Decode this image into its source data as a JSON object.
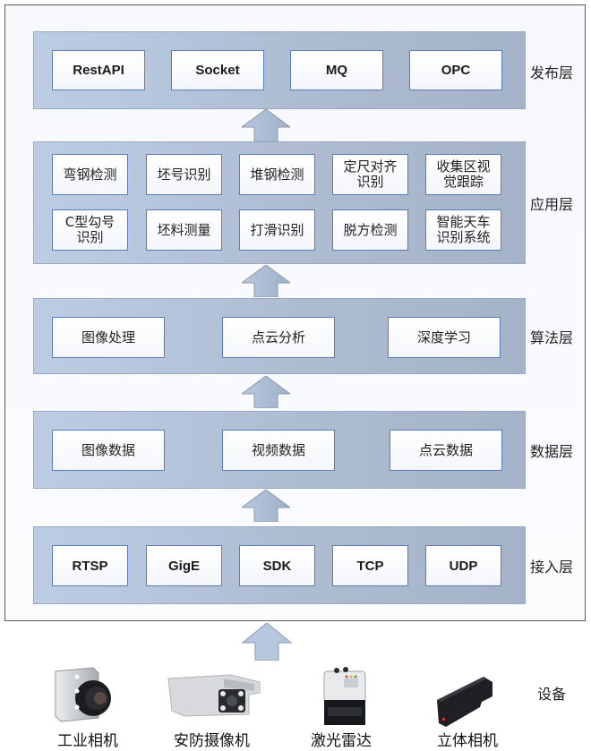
{
  "diagram": {
    "layers": [
      {
        "id": "publish",
        "label": "发布层",
        "items": [
          "RestAPI",
          "Socket",
          "MQ",
          "OPC"
        ]
      },
      {
        "id": "application",
        "label": "应用层",
        "items": [
          "弯钢检测",
          "坯号识别",
          "堆钢检测",
          "定尺对齐\n识别",
          "收集区视\n觉跟踪",
          "C型勾号\n识别",
          "坯料测量",
          "打滑识别",
          "脱方检测",
          "智能天车\n识别系统"
        ]
      },
      {
        "id": "algorithm",
        "label": "算法层",
        "items": [
          "图像处理",
          "点云分析",
          "深度学习"
        ]
      },
      {
        "id": "data",
        "label": "数据层",
        "items": [
          "图像数据",
          "视频数据",
          "点云数据"
        ]
      },
      {
        "id": "access",
        "label": "接入层",
        "items": [
          "RTSP",
          "GigE",
          "SDK",
          "TCP",
          "UDP"
        ]
      }
    ],
    "devices": {
      "label": "设备",
      "items": [
        {
          "name": "工业相机",
          "icon": "industrial-camera-icon"
        },
        {
          "name": "安防摄像机",
          "icon": "security-camera-icon"
        },
        {
          "name": "激光雷达",
          "icon": "lidar-icon"
        },
        {
          "name": "立体相机",
          "icon": "stereo-camera-icon"
        }
      ]
    },
    "colors": {
      "band": "#aebcd2",
      "box_border": "#5b7cb8",
      "arrow": "#a9b8cf",
      "frame": "#555a60"
    }
  }
}
